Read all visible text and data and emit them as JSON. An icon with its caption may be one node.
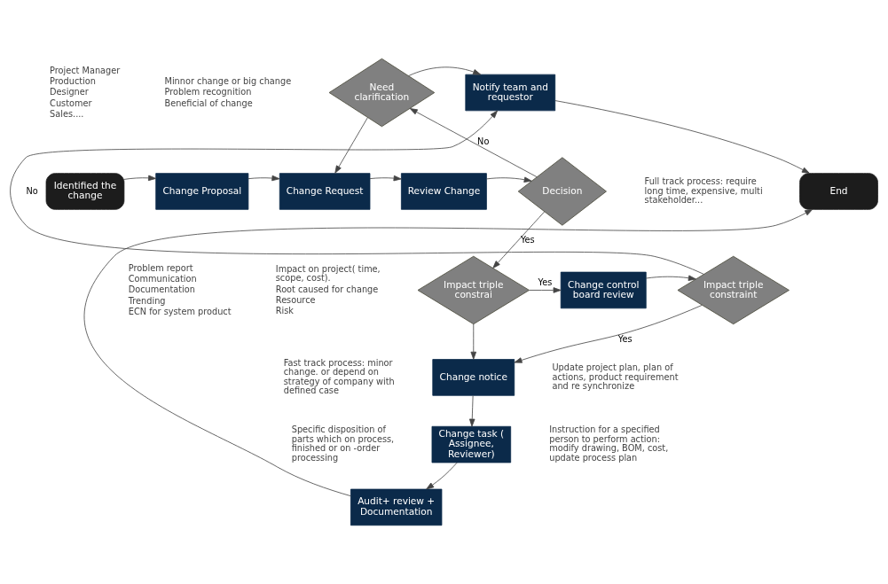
{
  "diagram": {
    "nodes": [
      {
        "text": [
          "Identified the change"
        ],
        "beside": [
          "Problem report",
          "Communication",
          "Documentation",
          "Trending",
          "ECN for system product"
        ]
      },
      {
        "text": [
          "Change Proposal"
        ],
        "beside": [
          "Project Manager",
          "Production",
          "Designer",
          "Customer",
          "Sales...."
        ]
      },
      {
        "text": [
          "Change Request"
        ],
        "beside": [
          "Minnor change or big change",
          "Problem recognition",
          "Beneficial of change"
        ]
      },
      {
        "text": [
          "Review Change"
        ],
        "beside": [
          "Impact on project( time, scope, cost).",
          "Root caused for change",
          "Resource",
          "Risk"
        ]
      },
      {
        "text": [
          "Decision"
        ]
      },
      {
        "text": [
          "Need clarification"
        ]
      },
      {
        "text": [
          "Notify team and requestor"
        ]
      },
      {
        "text": [
          "End"
        ]
      },
      {
        "text": [
          "Impact triple constrai"
        ]
      },
      {
        "text": [
          "Change control board review"
        ]
      },
      {
        "text": [
          "Impact triple constraint"
        ]
      },
      {
        "text": [
          "Change notice"
        ]
      },
      {
        "text": [
          "Change task ( Assignee, Reviewer)"
        ]
      },
      {
        "text": [
          "Audit+ review + Documentation"
        ]
      }
    ],
    "edges": [
      {
        "from": 0,
        "to": 1,
        "arrow": "to"
      },
      {
        "from": 1,
        "to": 2,
        "arrow": "to"
      },
      {
        "from": 2,
        "to": 3,
        "arrow": "to"
      },
      {
        "from": 3,
        "to": 4,
        "arrow": "to"
      },
      {
        "from": 4,
        "to": 5,
        "arrow": "to",
        "label": "No"
      },
      {
        "from": 5,
        "to": 2,
        "arrow": "to"
      },
      {
        "from": 5,
        "to": 6,
        "arrow": "to"
      },
      {
        "from": 6,
        "to": 7,
        "arrow": "to"
      },
      {
        "from": 4,
        "to": 8,
        "arrow": "to",
        "label": "Yes"
      },
      {
        "from": 8,
        "to": 9,
        "arrow": "to",
        "label": "Yes"
      },
      {
        "from": 9,
        "to": 10,
        "arrow": "to"
      },
      {
        "from": 10,
        "to": 6,
        "arrow": "to",
        "label": "No"
      },
      {
        "from": 10,
        "to": 11,
        "arrow": "to",
        "label": "Yes"
      },
      {
        "from": 8,
        "to": 11,
        "arrow": "to"
      },
      {
        "from": 11,
        "to": 12,
        "arrow": "to"
      },
      {
        "from": 12,
        "to": 13,
        "arrow": "to"
      },
      {
        "from": 13,
        "to": 7,
        "arrow": "to"
      }
    ],
    "labels": [
      "Full track process: require long time, expensive, multi stakeholder...",
      "Fast track process: minor change. or depend on strategy of company with defined case",
      "Update project plan, plan of actions, product requirement and re synchronize",
      "Specific disposition of parts which on process, finished or on -order processing",
      "Instruction for a specified person to perform action: modify drawing, BOM, cost, update process plan"
    ]
  }
}
